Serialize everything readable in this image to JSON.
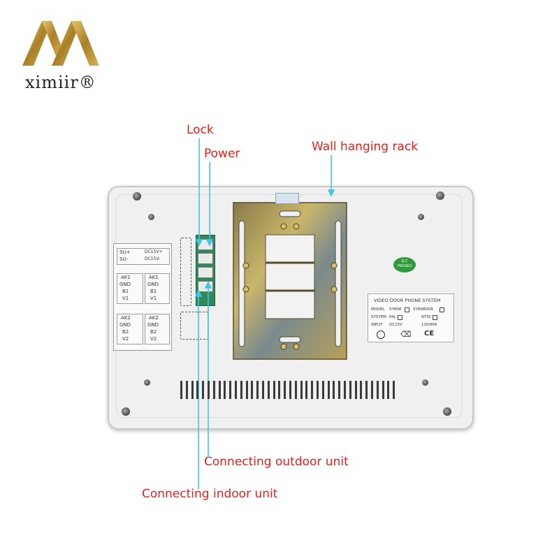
{
  "logo": {
    "brand": "ximiir®",
    "icon": "gold-m-logo"
  },
  "callouts": {
    "lock": "Lock",
    "power": "Power",
    "wall_rack": "Wall hanging rack",
    "outdoor": "Connecting outdoor unit",
    "indoor": "Connecting indoor unit"
  },
  "terminal_label": {
    "top_left": [
      "SU+",
      "SU-"
    ],
    "top_right": [
      "DC15V+",
      "DC15V-"
    ],
    "group1": [
      "AK1",
      "GND",
      "B1",
      "V1"
    ],
    "group2": [
      "AK2",
      "GND",
      "B2",
      "V2"
    ]
  },
  "qc_sticker": {
    "line1": "Q.C",
    "line2": "PASSED"
  },
  "spec_label": {
    "title": "VIDEO DOOR PHONE SYSTEM",
    "model_label": "MODEL",
    "model_a": "SY808",
    "model_b": "SY808DVR",
    "system_label": "SYSTEM",
    "pal": "PAL",
    "ntsc": "NTSC",
    "input_label": "INPUT",
    "input_v": "DC15V",
    "input_a": "1200MA",
    "ce": "CE"
  },
  "colors": {
    "callout": "#e0201c",
    "leader": "#3fc6e6",
    "connector": "#2f8a55",
    "gold": "#b88f2e"
  }
}
